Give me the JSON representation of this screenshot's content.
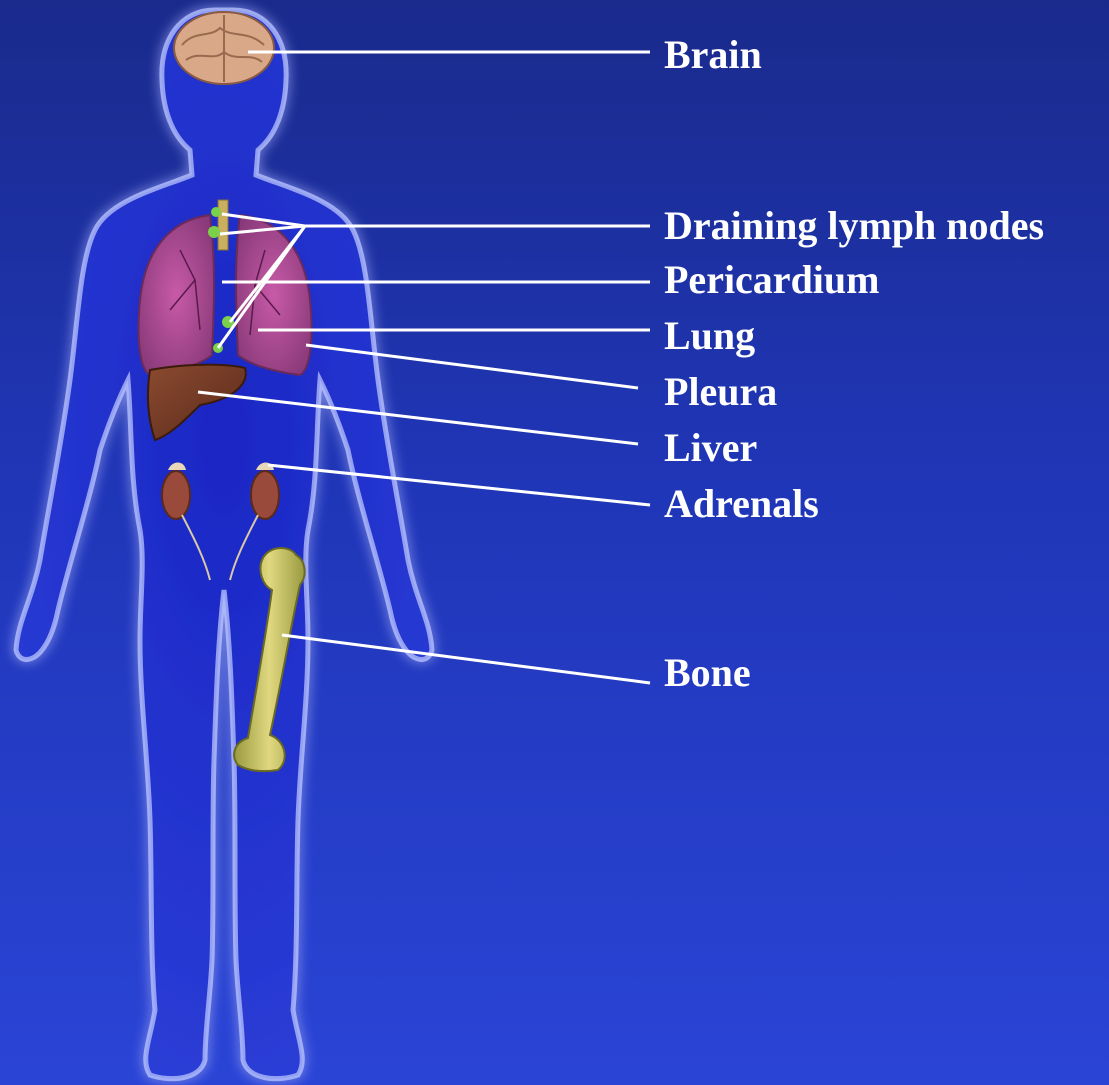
{
  "labels": {
    "brain": "Brain",
    "lymph_nodes": "Draining lymph nodes",
    "pericardium": "Pericardium",
    "lung": "Lung",
    "pleura": "Pleura",
    "liver": "Liver",
    "adrenals": "Adrenals",
    "bone": "Bone"
  },
  "colors": {
    "background_top": "#1a2a8c",
    "background_bottom": "#2a44d6",
    "body_fill": "#1f2fc8",
    "body_glow": "#9fb0ff",
    "label_text": "#ffffff",
    "leader_line": "#ffffff",
    "lung": "#b04a9a",
    "liver": "#7a3a2a",
    "kidney": "#9a4a3a",
    "bone": "#c8c060",
    "lymph_node": "#7ad04a",
    "brain": "#d8a888"
  }
}
